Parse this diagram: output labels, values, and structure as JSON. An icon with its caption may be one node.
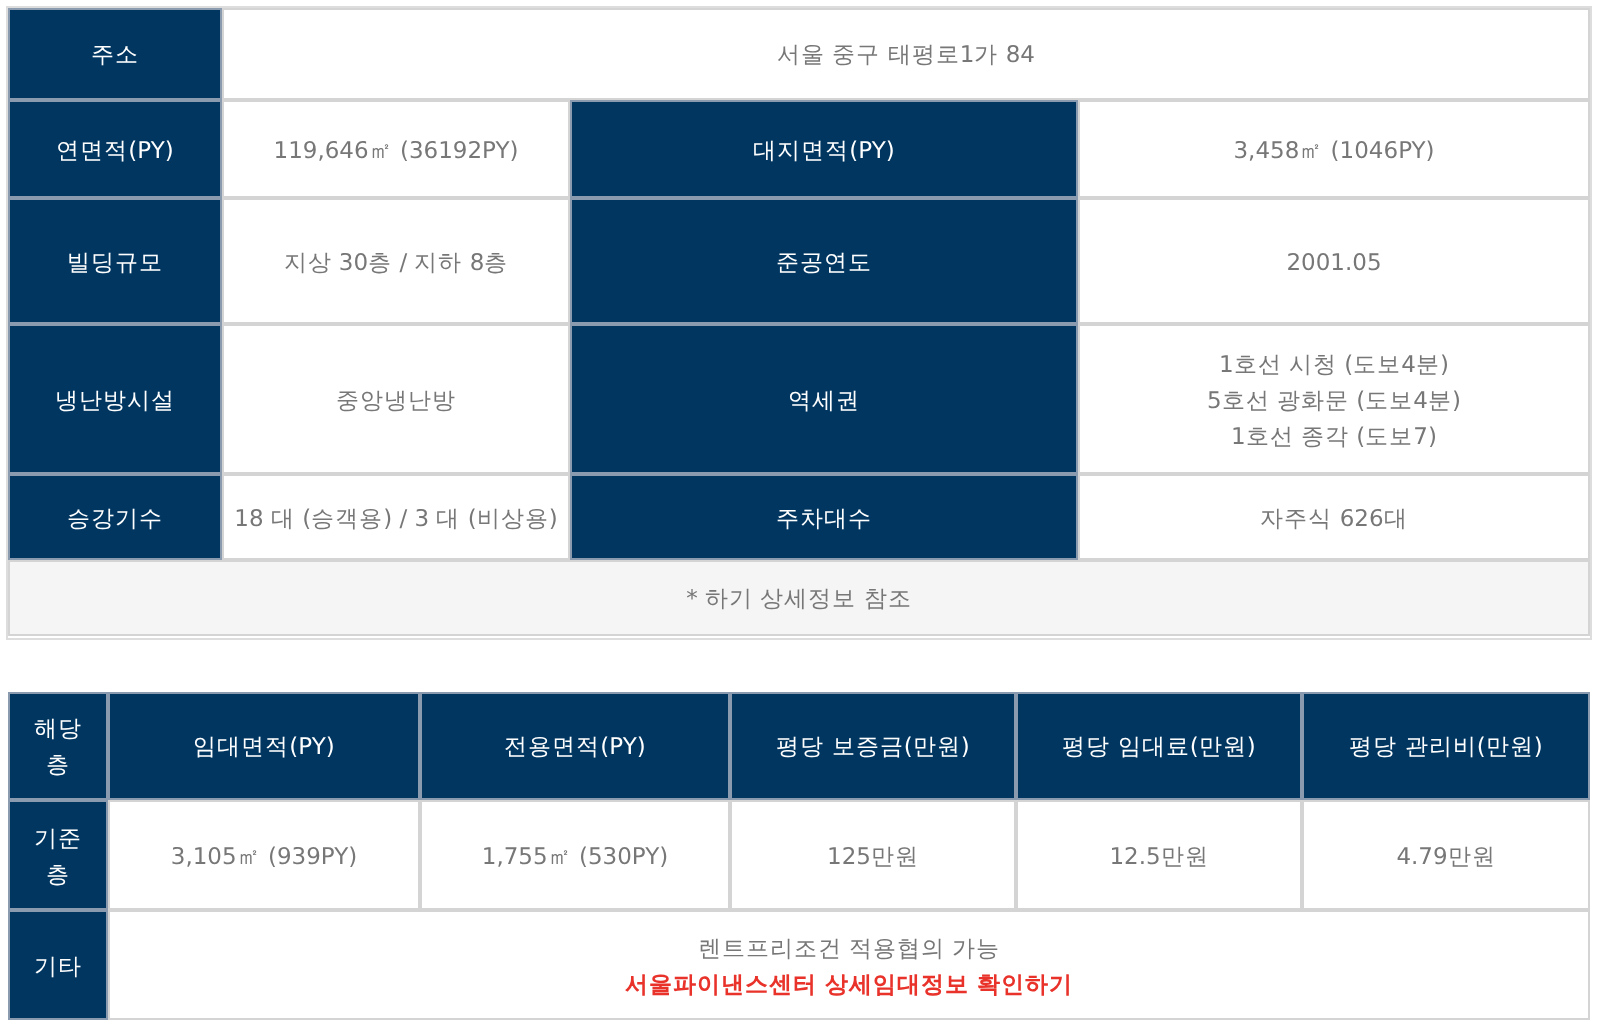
{
  "diagram": {
    "labels": [
      "주소",
      "서울 중구 태평로1가 84",
      "연면적(PY)",
      "119,646㎡ (36192PY)",
      "대지면적(PY)",
      "3,458㎡ (1046PY)",
      "빌딩규모",
      "지상 30층  / 지하 8층",
      "준공연도",
      "2001.05",
      "냉난방시설",
      "중앙냉난방",
      "역세권",
      "1호선 시청 (도보4분)",
      "5호선 광화문 (도보4분)",
      "1호선 종각 (도보7)",
      "승강기수",
      "18 대 (승객용) / 3 대 (비상용)",
      "주차대수",
      "자주식 626대",
      "* 하기 상세정보 참조",
      "해당 층",
      "임대면적(PY)",
      "전용면적(PY)",
      "평당 보증금(만원)",
      "평당 임대료(만원)",
      "평당 관리비(만원)",
      "기준 층",
      "3,105㎡ (939PY)",
      "1,755㎡ (530PY)",
      "125만원",
      "12.5만원",
      "4.79만원",
      "기타",
      "렌트프리조건 적용협의 가능",
      "서울파이낸스센터 상세임대정보 확인하기"
    ]
  }
}
